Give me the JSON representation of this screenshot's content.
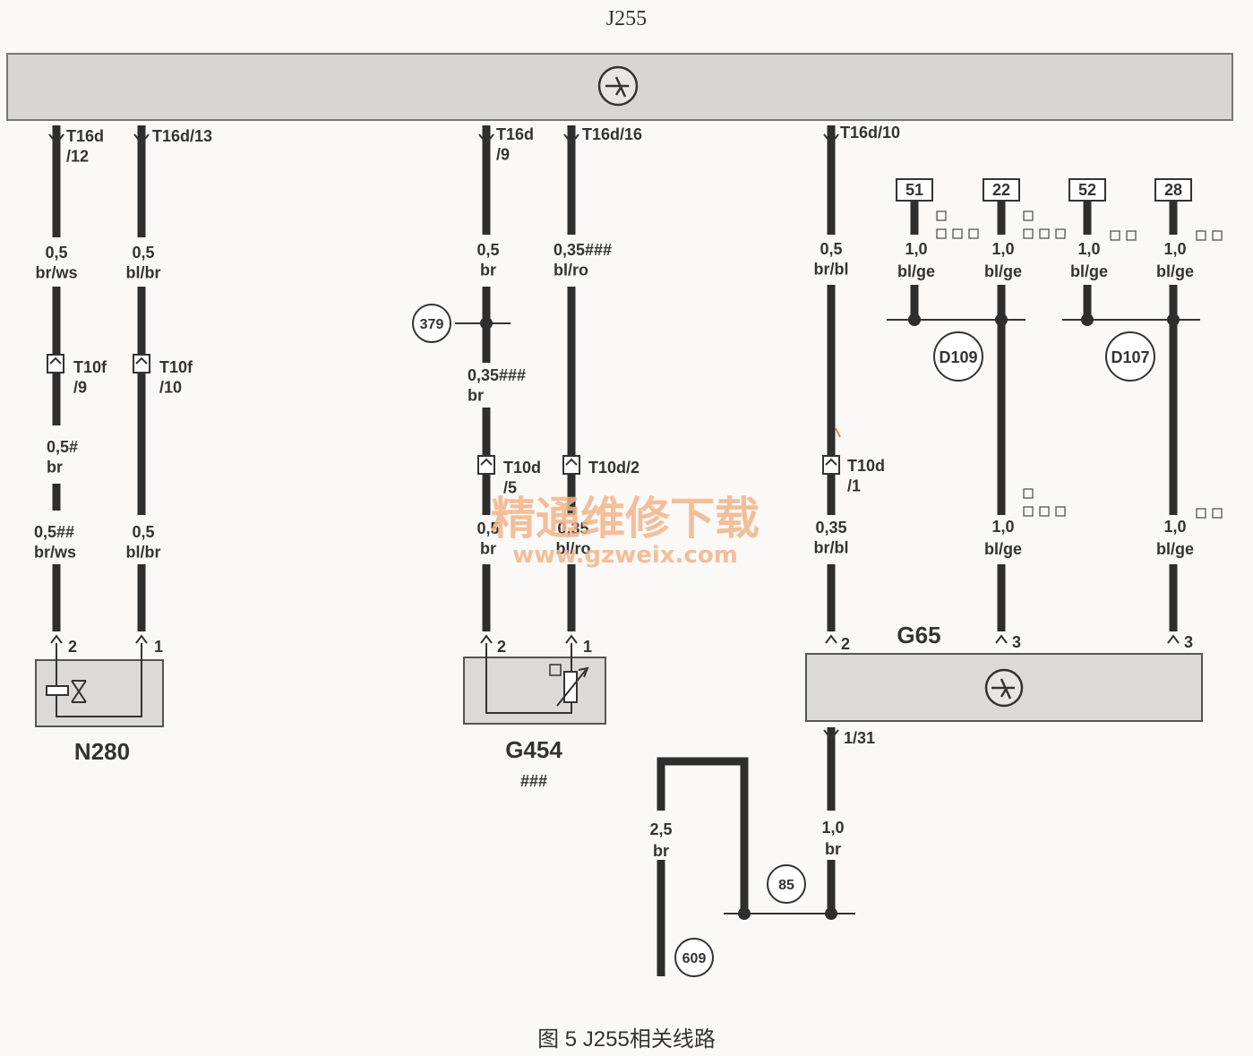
{
  "title": "J255",
  "caption": "图 5 J255相关线路",
  "watermark": {
    "cn": "精通维修下载",
    "url": "www.gzweix.com",
    "color": "#f2b48a"
  },
  "colors": {
    "wire": "#2e2e2e",
    "bus": "#d8d6d4",
    "component": "#dcdad8",
    "text": "#333333"
  },
  "pins_top": [
    "T16d\n/12",
    "T16d/13",
    "T16d\n/9",
    "T16d/16",
    "T16d/10"
  ],
  "wires": {
    "w1": {
      "top": "0,5\nbr/ws",
      "mid_conn": "T10f\n/9",
      "mid": "0,5#\nbr",
      "bot": "0,5##\nbr/ws",
      "pin": "2"
    },
    "w2": {
      "top": "0,5\nbl/br",
      "mid_conn": "T10f\n/10",
      "bot": "0,5\nbl/br",
      "pin": "1"
    },
    "w3": {
      "top": "0,5\nbr",
      "node": "379",
      "mid": "0,35###\nbr",
      "mid_conn": "T10d\n/5",
      "bot": "0,5\nbr",
      "pin": "2"
    },
    "w4": {
      "top": "0,35###\nbl/ro",
      "mid_conn": "T10d/2",
      "bot": "0,35\nbl/ro",
      "pin": "1"
    },
    "w5": {
      "top": "0,5\nbr/bl",
      "mid_conn": "T10d\n/1",
      "bot": "0,35\nbr/bl",
      "pin": "2"
    }
  },
  "right_feeds": [
    {
      "box": "51",
      "gauge": "1,0",
      "color": "bl/ge"
    },
    {
      "box": "22",
      "gauge": "1,0",
      "color": "bl/ge"
    },
    {
      "box": "52",
      "gauge": "1,0",
      "color": "bl/ge"
    },
    {
      "box": "28",
      "gauge": "1,0",
      "color": "bl/ge"
    }
  ],
  "right_nodes": [
    "D109",
    "D107"
  ],
  "right_lower": [
    {
      "gauge": "1,0",
      "color": "bl/ge",
      "pin": "3"
    },
    {
      "gauge": "1,0",
      "color": "bl/ge",
      "pin": "3"
    }
  ],
  "components": {
    "n280": {
      "name": "N280"
    },
    "g454": {
      "name": "G454",
      "sub": "###"
    },
    "g65": {
      "name": "G65",
      "pin_out": "1/31"
    }
  },
  "ground": {
    "left": {
      "gauge": "2,5",
      "color": "br",
      "node": "609"
    },
    "right": {
      "gauge": "1,0",
      "color": "br"
    },
    "node": "85"
  }
}
